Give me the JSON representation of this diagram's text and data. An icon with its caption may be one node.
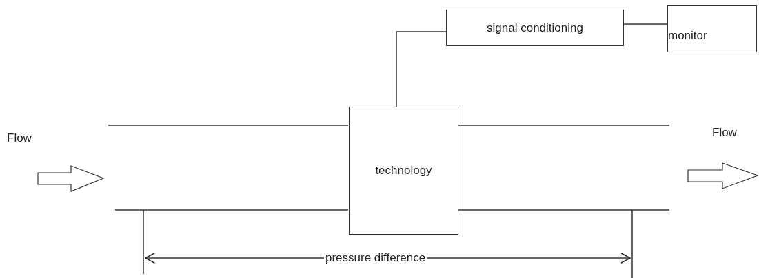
{
  "diagram": {
    "nodes": [
      {
        "text": [
          "signal conditioning"
        ]
      },
      {
        "text": [
          "monitor"
        ]
      },
      {
        "text": [
          "technology"
        ]
      }
    ],
    "edges": [
      {
        "from": 2,
        "to": 0,
        "arrow": "none"
      },
      {
        "from": 0,
        "to": 1,
        "arrow": "none"
      }
    ],
    "labels": [
      "Flow",
      "Flow",
      "pressure difference"
    ]
  }
}
